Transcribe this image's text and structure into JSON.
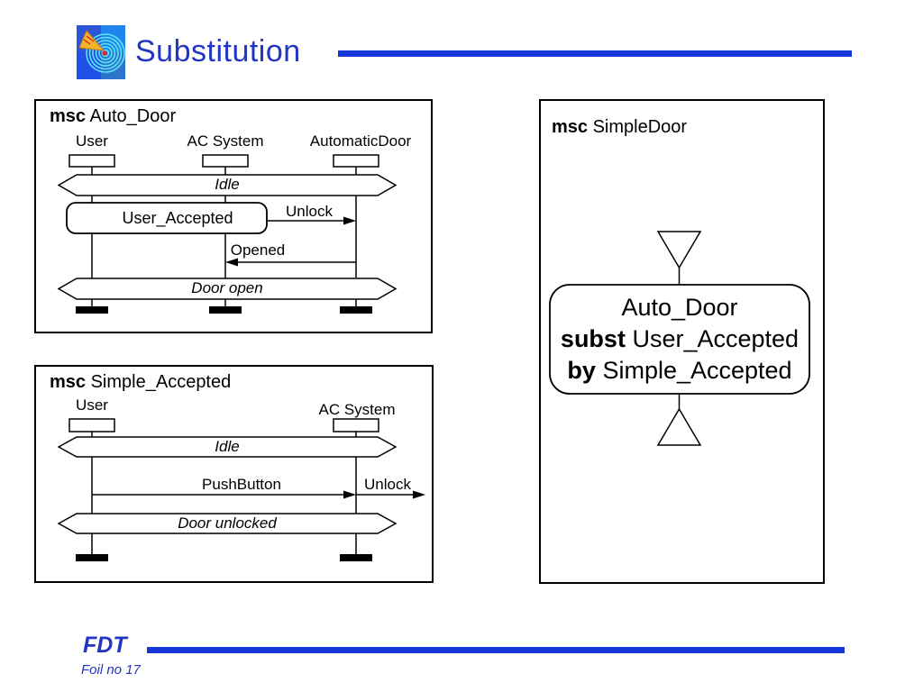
{
  "header": {
    "title": "Substitution",
    "logo_icon": "course-logo"
  },
  "panels": {
    "auto_door": {
      "keyword": "msc",
      "name": "Auto_Door",
      "instances": [
        "User",
        "AC System",
        "AutomaticDoor"
      ],
      "conditions": {
        "initial": "Idle",
        "final": "Door open"
      },
      "reference": "User_Accepted",
      "messages": {
        "unlock": "Unlock",
        "opened": "Opened"
      }
    },
    "simple_accepted": {
      "keyword": "msc",
      "name": "Simple_Accepted",
      "instances": [
        "User",
        "AC System"
      ],
      "conditions": {
        "initial": "Idle",
        "final": "Door unlocked"
      },
      "messages": {
        "pushbutton": "PushButton",
        "unlock": "Unlock"
      }
    },
    "simple_door": {
      "keyword": "msc",
      "name": "SimpleDoor",
      "reference_expression": {
        "name": "Auto_Door",
        "subst_keyword": "subst",
        "subst_target": "User_Accepted",
        "by_keyword": "by",
        "by_replacement": "Simple_Accepted"
      }
    }
  },
  "footer": {
    "brand": "FDT",
    "foil_label": "Foil no 17"
  },
  "colors": {
    "accent": "#2335c4",
    "rule": "#1638d8"
  }
}
